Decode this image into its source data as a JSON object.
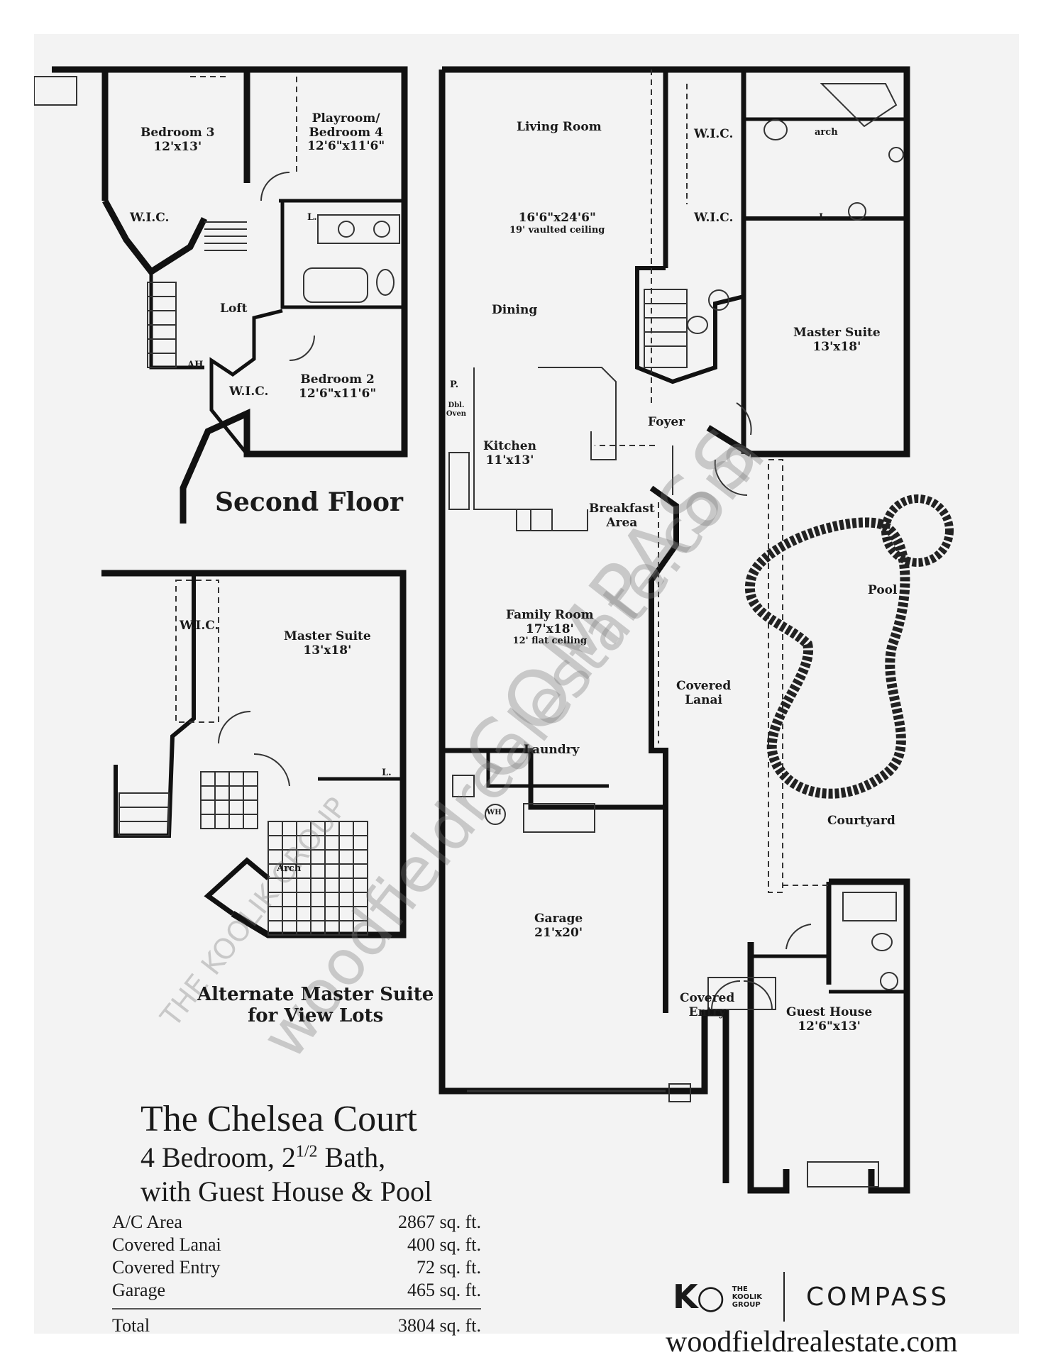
{
  "title": "The Chelsea Court",
  "subtitle1": "4 Bedroom, 2",
  "subtitle1_frac": "1/2",
  "subtitle1_end": " Bath,",
  "subtitle2": "with Guest House & Pool",
  "second_floor_label": "Second Floor",
  "alternate_label_1": "Alternate Master Suite",
  "alternate_label_2": "for View Lots",
  "rooms": {
    "bedroom3": {
      "name": "Bedroom 3",
      "size": "12'x13'"
    },
    "playroom": {
      "name1": "Playroom/",
      "name2": "Bedroom 4",
      "size": "12'6\"x11'6\""
    },
    "wic_up1": "W.I.C.",
    "loft": "Loft",
    "ah": "AH",
    "linen_up": "L.",
    "wic_up2": "W.I.C.",
    "bedroom2": {
      "name": "Bedroom 2",
      "size": "12'6\"x11'6\""
    },
    "living": {
      "name": "Living Room",
      "size": "16'6\"x24'6\"",
      "note": "19' vaulted ceiling"
    },
    "dining": "Dining",
    "wic_m1": "W.I.C.",
    "wic_m2": "W.I.C.",
    "arch": "arch",
    "linen_m": "L.",
    "master": {
      "name": "Master Suite",
      "size": "13'x18'"
    },
    "pantry": "P.",
    "dbl_oven": "Dbl. Oven",
    "kitchen": {
      "name": "Kitchen",
      "size": "11'x13'"
    },
    "foyer": "Foyer",
    "breakfast": {
      "name1": "Breakfast",
      "name2": "Area"
    },
    "pool": "Pool",
    "family": {
      "name": "Family Room",
      "size": "17'x18'",
      "note": "12' flat ceiling"
    },
    "lanai": {
      "name1": "Covered",
      "name2": "Lanai"
    },
    "laundry": "Laundry",
    "wh": "WH",
    "courtyard": "Courtyard",
    "garage": {
      "name": "Garage",
      "size": "21'x20'"
    },
    "entry": {
      "name1": "Covered",
      "name2": "Entry"
    },
    "guest": {
      "name": "Guest House",
      "size": "12'6\"x13'"
    },
    "alt_wic": "W.I.C.",
    "alt_master": {
      "name": "Master Suite",
      "size": "13'x18'"
    },
    "alt_linen": "L.",
    "alt_arch": "Arch"
  },
  "areas": [
    {
      "label": "A/C Area",
      "value": "2867 sq. ft."
    },
    {
      "label": "Covered Lanai",
      "value": "400 sq. ft."
    },
    {
      "label": "Covered Entry",
      "value": "72 sq. ft."
    },
    {
      "label": "Garage",
      "value": "465 sq. ft."
    }
  ],
  "total": {
    "label": "Total",
    "value": "3804 sq. ft."
  },
  "brand": {
    "ko": "K",
    "koolik_1": "THE",
    "koolik_2": "KOOLIK",
    "koolik_3": "GROUP",
    "compass": "COMPASS"
  },
  "website": "woodfieldrealestate.com",
  "watermark": {
    "compass": "COMPASS",
    "site": "woodfieldrealestate.com",
    "koolik": "THE KOOLIK GROUP"
  }
}
